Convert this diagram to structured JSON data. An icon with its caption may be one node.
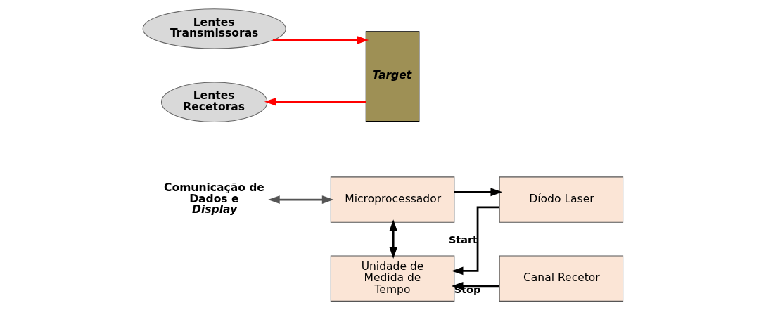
{
  "diagram": {
    "nodes": [
      {
        "text": [
          "Comunicação de Dados e *Display*"
        ]
      },
      {
        "text": [
          "Microprocessador"
        ]
      },
      {
        "text": [
          "Unidade de Medida de Tempo"
        ]
      },
      {
        "text": [
          "Díodo Laser"
        ]
      },
      {
        "text": [
          "Canal Recetor"
        ]
      },
      {
        "text": [
          "Lentes Transmissoras"
        ]
      },
      {
        "text": [
          "Lentes Recetoras"
        ]
      },
      {
        "text": [
          "Target"
        ]
      }
    ],
    "edges": [
      {
        "from": 0,
        "to": 1,
        "arrow": "both",
        "color": "#555555"
      },
      {
        "from": 1,
        "to": 3,
        "arrow": "to"
      },
      {
        "from": 1,
        "to": 2,
        "arrow": "both"
      },
      {
        "from": 3,
        "to": 2,
        "arrow": "to",
        "label": "Start"
      },
      {
        "from": 4,
        "to": 2,
        "arrow": "to",
        "label": "Stop"
      },
      {
        "from": 5,
        "to": 7,
        "arrow": "to",
        "color": "#ff0000"
      },
      {
        "from": 7,
        "to": 6,
        "arrow": "to",
        "color": "#ff0000"
      }
    ]
  }
}
